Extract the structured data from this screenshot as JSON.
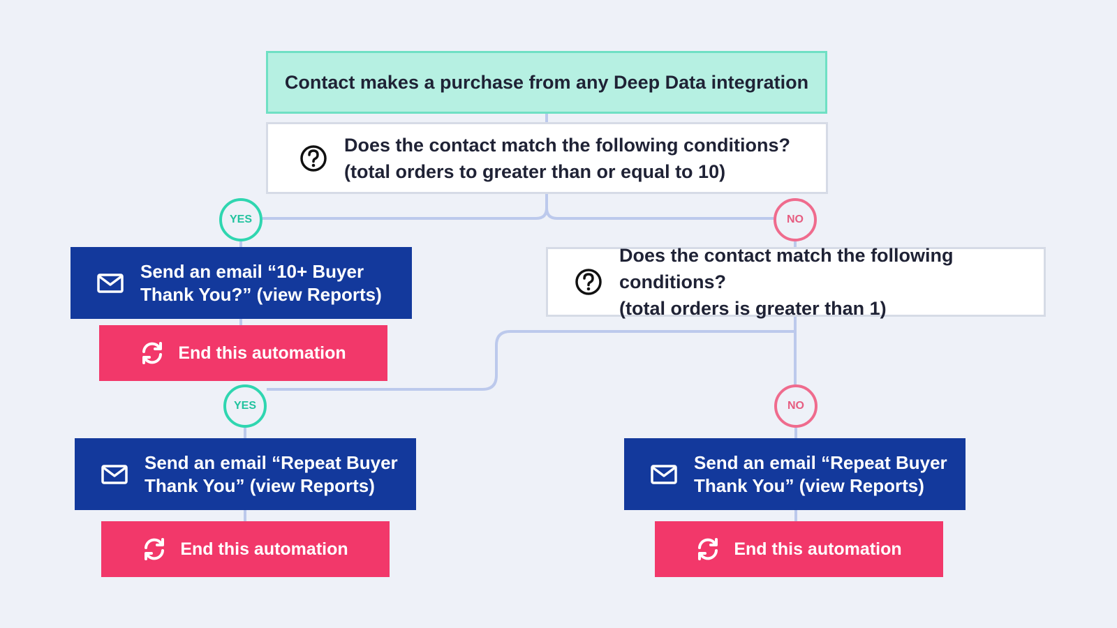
{
  "trigger": {
    "label": "Contact makes a purchase from any Deep Data integration"
  },
  "condition_1": {
    "icon": "question-circle-icon",
    "line1": "Does the contact match the following conditions?",
    "line2": "(total orders to greater than or equal to 10)"
  },
  "condition_2": {
    "icon": "question-circle-icon",
    "line1": "Does the contact match the following conditions?",
    "line2": "(total orders is greater than 1)"
  },
  "branches": {
    "yes_1": "YES",
    "no_1": "NO",
    "yes_2": "YES",
    "no_2": "NO"
  },
  "emails": [
    {
      "icon": "mail-icon",
      "line1": "Send an email “10+ Buyer",
      "line2": "Thank You?” (view Reports)"
    },
    {
      "icon": "mail-icon",
      "line1": "Send an email “Repeat Buyer",
      "line2": "Thank You” (view Reports)"
    },
    {
      "icon": "mail-icon",
      "line1": "Send an email “Repeat Buyer",
      "line2": "Thank You” (view Reports)"
    }
  ],
  "end_actions": [
    {
      "icon": "refresh-icon",
      "label": "End this automation"
    },
    {
      "icon": "refresh-icon",
      "label": "End this automation"
    },
    {
      "icon": "refresh-icon",
      "label": "End this automation"
    }
  ],
  "colors": {
    "background": "#eef1f8",
    "trigger_fill": "#b6f0e2",
    "trigger_border": "#6fe0c4",
    "email_fill": "#13399c",
    "end_fill": "#f2386a",
    "yes": "#2fd6b0",
    "no": "#ef6b8d",
    "connector": "#bcc9ec"
  }
}
